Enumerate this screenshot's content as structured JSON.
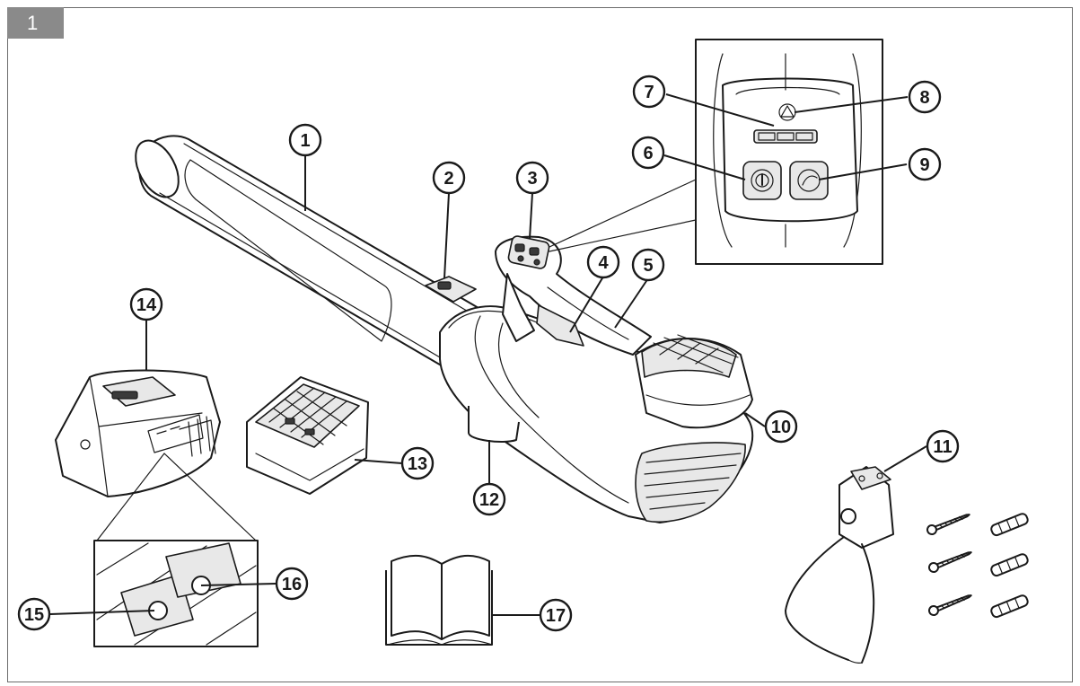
{
  "figure_number": "1",
  "callouts": [
    {
      "id": "c1",
      "label": "1"
    },
    {
      "id": "c2",
      "label": "2"
    },
    {
      "id": "c3",
      "label": "3"
    },
    {
      "id": "c4",
      "label": "4"
    },
    {
      "id": "c5",
      "label": "5"
    },
    {
      "id": "c6",
      "label": "6"
    },
    {
      "id": "c7",
      "label": "7"
    },
    {
      "id": "c8",
      "label": "8"
    },
    {
      "id": "c9",
      "label": "9"
    },
    {
      "id": "c10",
      "label": "10"
    },
    {
      "id": "c11",
      "label": "11"
    },
    {
      "id": "c12",
      "label": "12"
    },
    {
      "id": "c13",
      "label": "13"
    },
    {
      "id": "c14",
      "label": "14"
    },
    {
      "id": "c15",
      "label": "15"
    },
    {
      "id": "c16",
      "label": "16"
    },
    {
      "id": "c17",
      "label": "17"
    }
  ],
  "icons": {
    "warning": "warning-triangle-icon",
    "power": "power-icon",
    "turbo": "turbo-fan-icon"
  }
}
